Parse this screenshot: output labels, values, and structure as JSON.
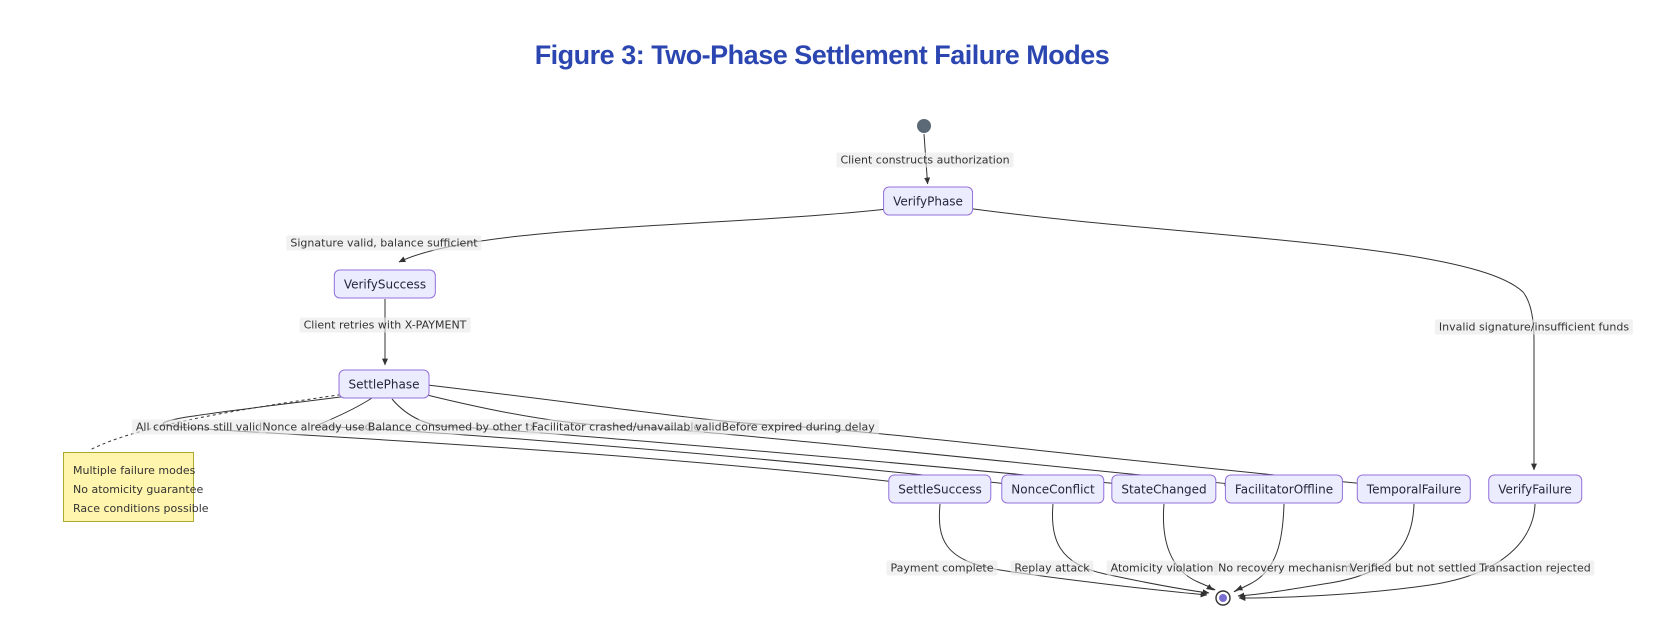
{
  "title": "Figure 3: Two-Phase Settlement Failure Modes",
  "diagram": {
    "type": "state-diagram",
    "nodes": {
      "verify_phase": "VerifyPhase",
      "verify_success": "VerifySuccess",
      "settle_phase": "SettlePhase",
      "settle_success": "SettleSuccess",
      "nonce_conflict": "NonceConflict",
      "state_changed": "StateChanged",
      "facilitator_offline": "FacilitatorOffline",
      "temporal_failure": "TemporalFailure",
      "verify_failure": "VerifyFailure"
    },
    "edge_labels": {
      "client_constructs": "Client constructs authorization",
      "signature_valid": "Signature valid, balance sufficient",
      "invalid_signature": "Invalid signature/insufficient funds",
      "client_retries": "Client retries with X-PAYMENT",
      "all_conditions": "All conditions still valid",
      "nonce_used": "Nonce already used",
      "balance_consumed": "Balance consumed by other tx",
      "facilitator_crashed": "Facilitator crashed/unavailable",
      "validbefore_expired": "validBefore expired during delay",
      "payment_complete": "Payment complete",
      "replay_attack": "Replay attack",
      "atomicity_violation": "Atomicity violation",
      "no_recovery": "No recovery mechanism",
      "verified_not_settled": "Verified but not settled",
      "transaction_rejected": "Transaction rejected"
    },
    "note": {
      "line1": "Multiple failure modes",
      "line2": "No atomicity guarantee",
      "line3": "Race conditions possible"
    },
    "colors": {
      "title": "#2b46b0",
      "node_fill": "#ECECFF",
      "node_border": "#9370DB",
      "note_fill": "#fff5ad",
      "note_border": "#aaaa33",
      "edge": "#333333",
      "initial_state_fill": "#5b6876",
      "final_state_inner_fill": "#7a6fd0"
    }
  }
}
